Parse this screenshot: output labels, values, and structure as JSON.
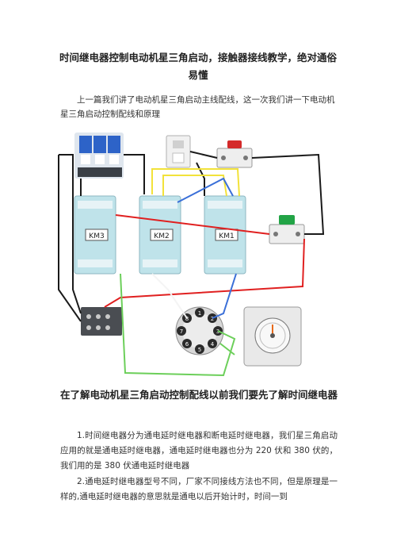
{
  "article": {
    "title": "时间继电器控制电动机星三角启动，接触器接线教学，绝对通俗易懂",
    "intro": "上一篇我们讲了电动机星三角启动主线配线，这一次我们讲一下电动机星三角启动控制配线和原理",
    "section_heading": "在了解电动机星三角启动控制配线以前我们要先了解时间继电器",
    "paragraphs": [
      "1.时间继电器分为通电延时继电器和断电延时继电器，我们星三角启动应用的就是通电延时继电器，通电延时继电器也分为 220 伏和 380 伏的，我们用的是 380 伏通电延时继电器",
      "2.通电延时继电器型号不同，厂家不同接线方法也不同，但是原理是一样的,通电延时继电器的意思就是通电以后开始计时，时间一到"
    ]
  },
  "diagram": {
    "contactors": [
      "KM3",
      "KM2",
      "KM1"
    ],
    "socket_pins": [
      "1",
      "2",
      "3",
      "4",
      "5",
      "6",
      "7",
      "8"
    ],
    "wire_colors": {
      "black": "#1a1a1a",
      "red": "#e02020",
      "yellow": "#f2e23a",
      "blue": "#3a6fd8",
      "green": "#6ccf5a",
      "white": "#f4f4f4"
    }
  }
}
